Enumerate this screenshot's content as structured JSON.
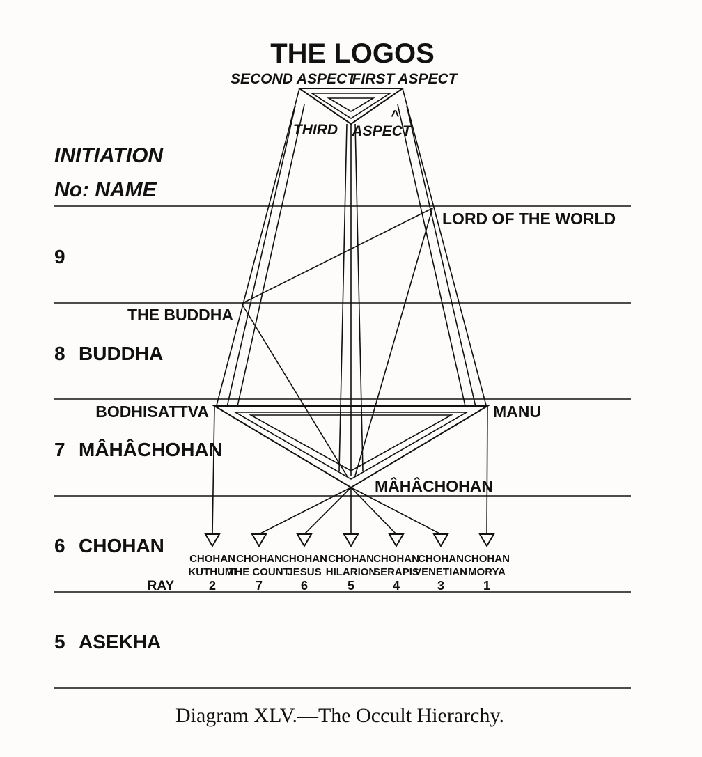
{
  "title": "THE LOGOS",
  "aspects": {
    "second": "SECOND ASPECT",
    "first": "FIRST ASPECT",
    "third_a": "THIRD",
    "third_b": "ASPECT",
    "caret": "^"
  },
  "header": {
    "line1": "INITIATION",
    "line2": "No:  NAME"
  },
  "levels": [
    {
      "number": "9",
      "name": ""
    },
    {
      "number": "8",
      "name": "BUDDHA"
    },
    {
      "number": "7",
      "name": "MÂHÂCHOHAN"
    },
    {
      "number": "6",
      "name": "CHOHAN"
    },
    {
      "number": "5",
      "name": "ASEKHA"
    }
  ],
  "nodes": {
    "lord_of_the_world": "LORD OF THE WORLD",
    "the_buddha": "THE BUDDHA",
    "bodhisattva": "BODHISATTVA",
    "manu": "MANU",
    "mahachohan": "MÂHÂCHOHAN"
  },
  "chohans": [
    {
      "title": "CHOHAN",
      "name": "KUTHUMI",
      "ray": "2"
    },
    {
      "title": "CHOHAN",
      "name": "THE COUNT",
      "ray": "7"
    },
    {
      "title": "CHOHAN",
      "name": "JESUS",
      "ray": "6"
    },
    {
      "title": "CHOHAN",
      "name": "HILARION",
      "ray": "5"
    },
    {
      "title": "CHOHAN",
      "name": "SERAPIS",
      "ray": "4"
    },
    {
      "title": "CHOHAN",
      "name": "VENETIAN",
      "ray": "3"
    },
    {
      "title": "CHOHAN",
      "name": "MORYA",
      "ray": "1"
    }
  ],
  "ray_label": "RAY",
  "caption": "Diagram XLV.—The Occult Hierarchy."
}
